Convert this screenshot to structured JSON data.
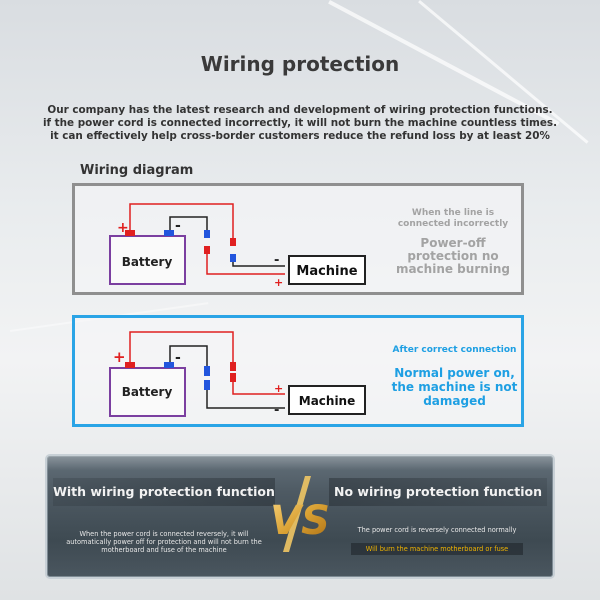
{
  "title": "Wiring protection",
  "intro": [
    "Our company has the latest research and development of wiring protection functions.",
    "if the power cord is connected incorrectly, it will not burn the machine countless times.",
    "it can effectively help cross-border customers reduce the refund loss by at least 20%"
  ],
  "diagram_label": "Wiring diagram",
  "panel_wrong": {
    "battery": "Battery",
    "machine": "Machine",
    "plus": "+",
    "minus": "-",
    "small_text": "When the line is connected incorrectly",
    "big_text": "Power-off protection no machine burning"
  },
  "panel_right": {
    "battery": "Battery",
    "machine": "Machine",
    "plus": "+",
    "minus": "-",
    "small_text": "After correct connection",
    "big_text": "Normal power on, the machine is not damaged"
  },
  "compare": {
    "with_head": "With wiring protection function",
    "no_head": "No wiring protection function",
    "vs": "VS",
    "with_text": "When the power cord is connected reversely, it will automatically power off for protection and will not burn the motherboard and fuse of the machine",
    "no_text": "The power cord is reversely connected normally",
    "no_warning": "Will burn the machine motherboard or fuse"
  },
  "colors": {
    "wire_red": "#e02020",
    "wire_blue": "#2255dd",
    "wire_black": "#222222",
    "battery_border": "#7b3fa0",
    "panel_wrong_border": "#8f8f8f",
    "panel_right_border": "#2aa4e6",
    "vs_gold": "#d9a032",
    "warning_text": "#f0b400"
  }
}
